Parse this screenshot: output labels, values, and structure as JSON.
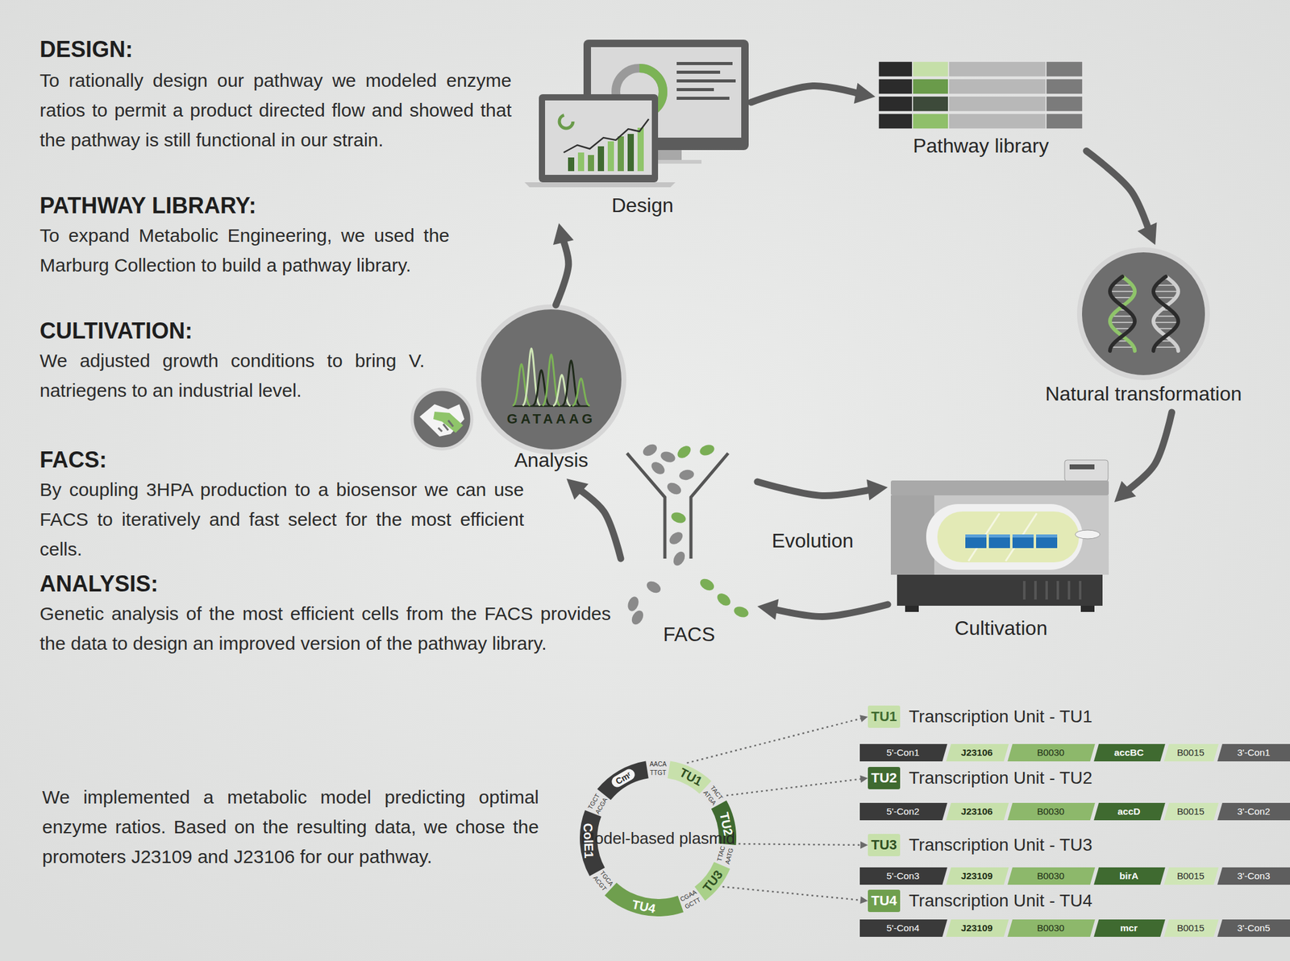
{
  "diagram": {
    "nodes": [
      {
        "text": [
          "Design"
        ]
      },
      {
        "text": [
          "Pathway library"
        ]
      },
      {
        "text": [
          "Natural transformation"
        ]
      },
      {
        "text": [
          "Cultivation"
        ]
      },
      {
        "text": [
          "FACS"
        ]
      },
      {
        "text": [
          "GATAAAG",
          "Analysis"
        ]
      },
      {
        "text": [
          "Model-based plasmid"
        ]
      },
      {
        "text": [
          "TU1",
          "Transcription Unit - TU1"
        ]
      },
      {
        "text": [
          "5'-Con1"
        ]
      },
      {
        "text": [
          "J23106"
        ]
      },
      {
        "text": [
          "B0030"
        ]
      },
      {
        "text": [
          "accBC"
        ]
      },
      {
        "text": [
          "B0015"
        ]
      },
      {
        "text": [
          "3'-Con1"
        ]
      },
      {
        "text": [
          "TU2",
          "Transcription Unit - TU2"
        ]
      },
      {
        "text": [
          "5'-Con2"
        ]
      },
      {
        "text": [
          "J23106"
        ]
      },
      {
        "text": [
          "B0030"
        ]
      },
      {
        "text": [
          "accD"
        ]
      },
      {
        "text": [
          "B0015"
        ]
      },
      {
        "text": [
          "3'-Con2"
        ]
      },
      {
        "text": [
          "TU3",
          "Transcription Unit - TU3"
        ]
      },
      {
        "text": [
          "5'-Con3"
        ]
      },
      {
        "text": [
          "J23109"
        ]
      },
      {
        "text": [
          "B0030"
        ]
      },
      {
        "text": [
          "birA"
        ]
      },
      {
        "text": [
          "B0015"
        ]
      },
      {
        "text": [
          "3'-Con3"
        ]
      },
      {
        "text": [
          "TU4",
          "Transcription Unit - TU4"
        ]
      },
      {
        "text": [
          "5'-Con4"
        ]
      },
      {
        "text": [
          "J23109"
        ]
      },
      {
        "text": [
          "B0030"
        ]
      },
      {
        "text": [
          "mcr"
        ]
      },
      {
        "text": [
          "B0015"
        ]
      },
      {
        "text": [
          "3'-Con5"
        ]
      }
    ],
    "edges": [
      {
        "from": 0,
        "to": 1,
        "arrow": "to"
      },
      {
        "from": 1,
        "to": 2,
        "arrow": "to"
      },
      {
        "from": 2,
        "to": 3,
        "arrow": "to"
      },
      {
        "from": 3,
        "to": 4,
        "arrow": "to"
      },
      {
        "from": 4,
        "to": 3,
        "label": "Evolution",
        "arrow": "to"
      },
      {
        "from": 4,
        "to": 5,
        "arrow": "to"
      },
      {
        "from": 5,
        "to": 0,
        "arrow": "to"
      },
      {
        "from": 6,
        "to": 7,
        "arrow": "to"
      },
      {
        "from": 6,
        "to": 14,
        "arrow": "to"
      },
      {
        "from": 6,
        "to": 21,
        "arrow": "to"
      },
      {
        "from": 6,
        "to": 28,
        "arrow": "to"
      }
    ],
    "labels": [
      "DESIGN:",
      "To rationally design our pathway we modeled enzyme ratios to permit a product directed flow and showed that the pathway is still functional in our strain.",
      "PATHWAY LIBRARY:",
      "To expand Metabolic Engineering, we used the Marburg Collection to build a pathway library.",
      "CULTIVATION:",
      "We adjusted growth conditions to bring V. natriegens to an industrial level.",
      "FACS:",
      "By coupling 3HPA production to a biosensor we can use FACS to iteratively and fast select for the most efficient cells.",
      "ANALYSIS:",
      "Genetic analysis of the most efficient cells from the FACS provides the data to design an improved version of the pathway library.",
      "We implemented a metabolic model predicting optimal enzyme ratios. Based on the resulting data, we chose the promoters J23109 and J23106 for our pathway.",
      "AACA",
      "TTGT",
      "TU1",
      "TACT",
      "ATGA",
      "TU2",
      "AATG",
      "TTAC",
      "TU3",
      "GCTT",
      "CGAA",
      "TU4",
      "ACGT",
      "TGCA",
      "ColE1",
      "TGCT",
      "ACGA",
      "Cmʳ"
    ]
  }
}
